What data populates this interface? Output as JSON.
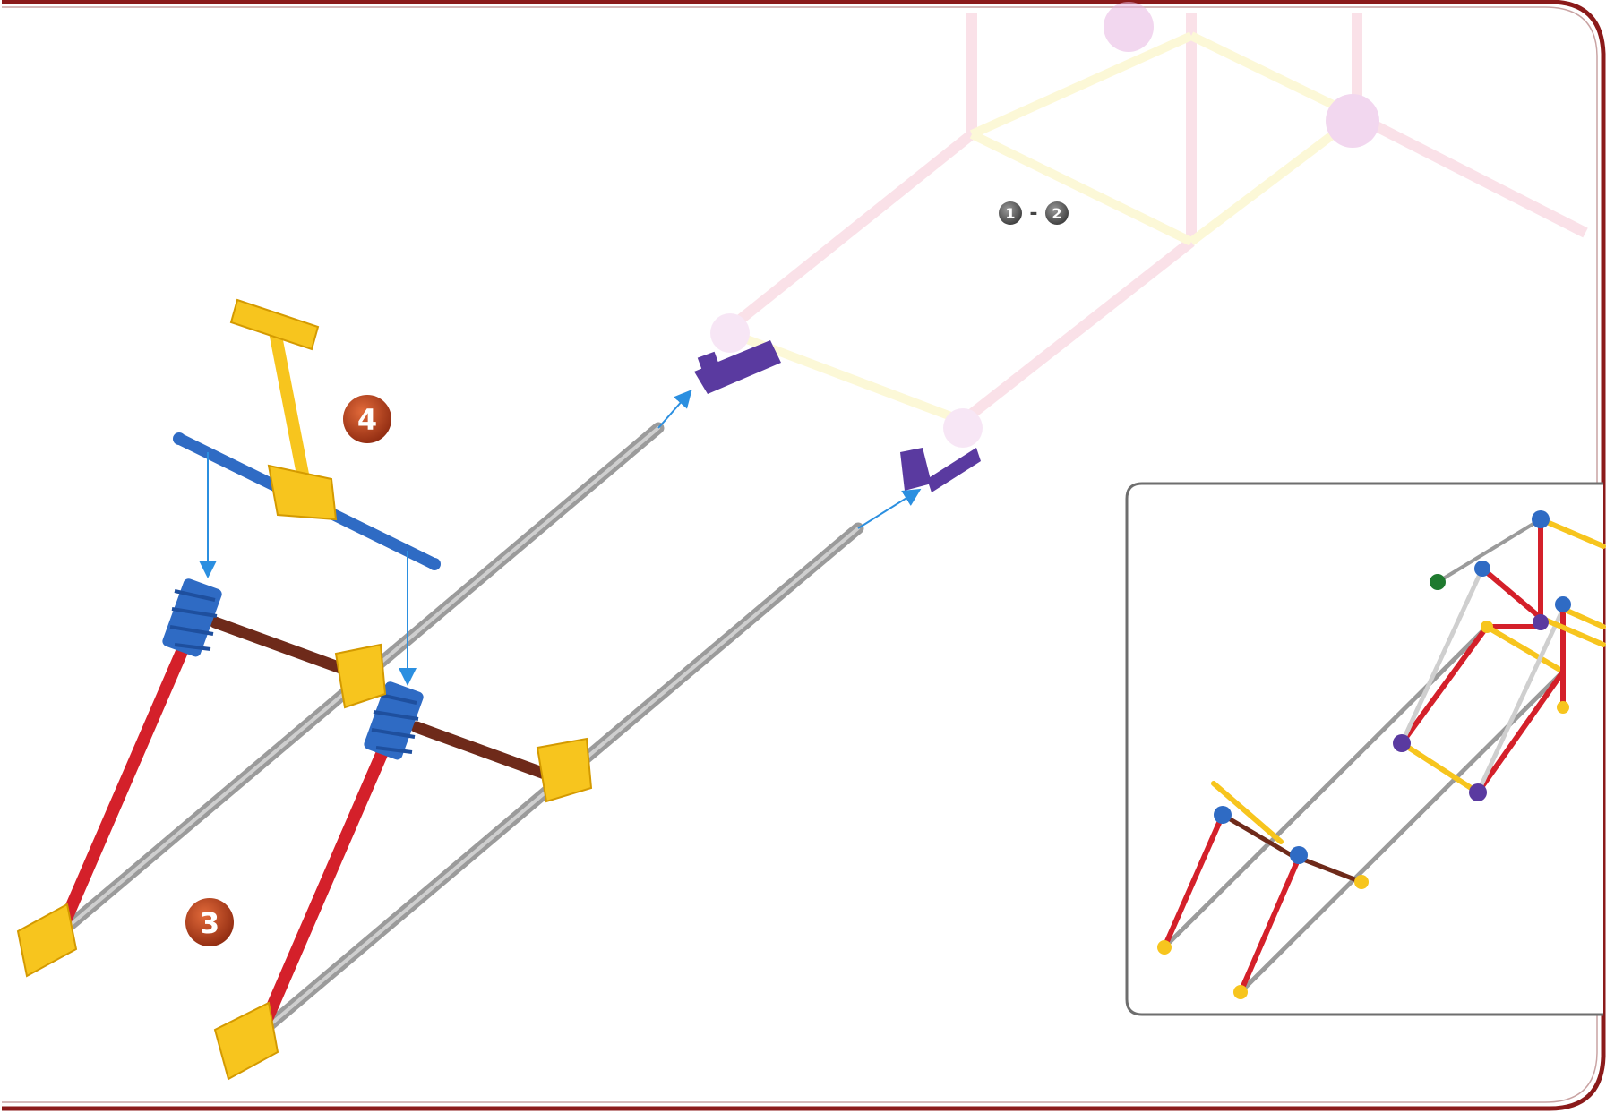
{
  "page": {
    "sequence_marker": {
      "from": "1",
      "separator": "-",
      "to": "2"
    },
    "steps": [
      {
        "number": "4"
      },
      {
        "number": "3"
      }
    ]
  },
  "colors": {
    "frame_border": "#8b1a1a",
    "step_badge": "#b5401c",
    "seq_badge": "#555555",
    "rod_red": "#d4202a",
    "rod_gray": "#9b9b9b",
    "rod_yellow": "#f7c51e",
    "rod_blue": "#2f6bc4",
    "rod_brown": "#6e2a1a",
    "connector_blue": "#2f6bc4",
    "connector_yellow": "#f7c51e",
    "connector_purple": "#5a3aa0",
    "connector_green": "#1f7a2f",
    "arrow": "#2b8fe0",
    "ghost_pink": "#f7c9d6",
    "ghost_yellow": "#fbf3b8",
    "inset_border": "#6e6e6e"
  }
}
